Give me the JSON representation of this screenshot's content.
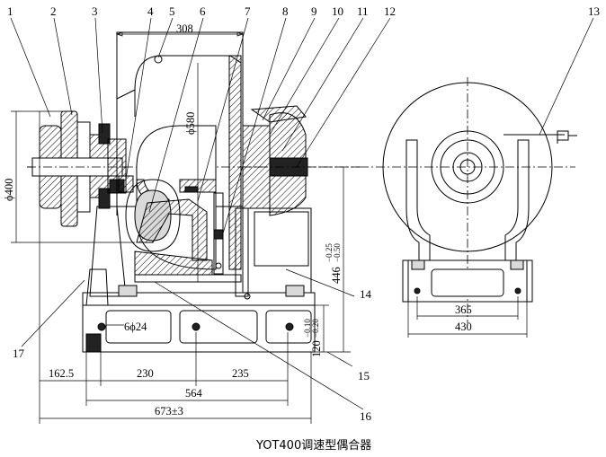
{
  "caption": "YOT400调速型偶合器",
  "part_numbers": [
    "1",
    "2",
    "3",
    "4",
    "5",
    "6",
    "7",
    "8",
    "9",
    "10",
    "11",
    "12",
    "13",
    "14",
    "15",
    "16",
    "17"
  ],
  "dimensions": {
    "top_width": "308",
    "shell_diameter": "ϕ580",
    "pulley_diameter": "ϕ400",
    "bolt_holes": "6ϕ24",
    "shaft_height": "446",
    "shaft_height_tol_upper": "−0.25",
    "shaft_height_tol_lower": "−0.50",
    "base_height": "120",
    "base_height_tol_upper": "−0.10",
    "base_height_tol_lower": "−0.20",
    "left_offset": "162.5",
    "pitch_1": "230",
    "pitch_2": "235",
    "bolt_span": "564",
    "overall_length": "673±3",
    "end_span_inner": "365",
    "end_span_outer": "430"
  }
}
